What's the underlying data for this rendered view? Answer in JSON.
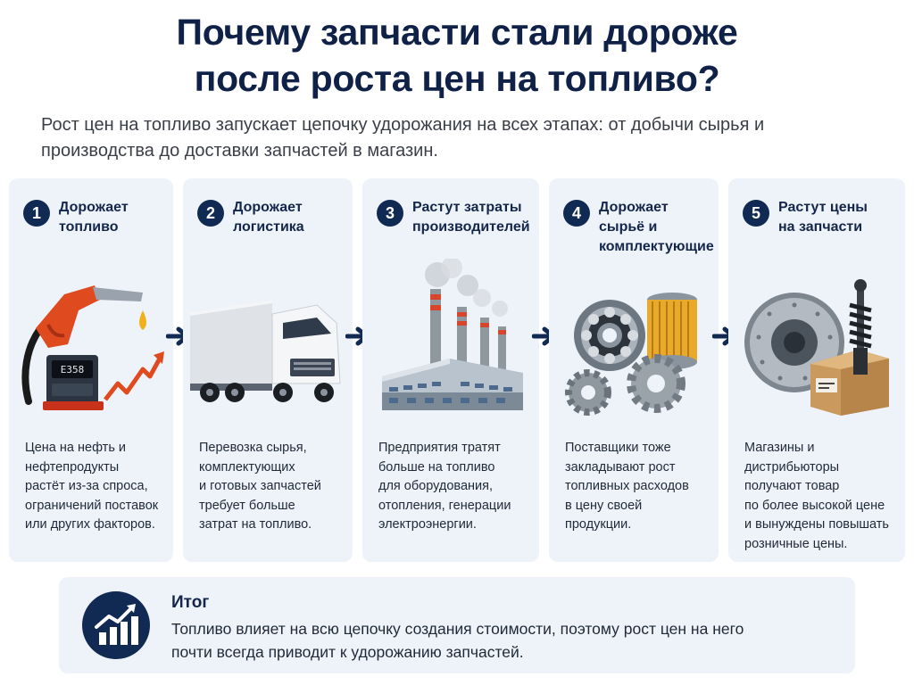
{
  "header": {
    "title_line1": "Почему запчасти стали дороже",
    "title_line2": "после роста цен на топливо?",
    "subtitle": "Рост цен на топливо запускает цепочку удорожания на всех этапах: от добычи сырья и производства до доставки запчастей в магазин."
  },
  "steps": [
    {
      "number": "1",
      "title": "Дорожает\nтопливо",
      "description": "Цена на нефть и\nнефтепродукты\nрастёт из-за спроса,\nограничений поставок\nили других факторов.",
      "icon": "fuel-nozzle-icon",
      "pump_display": "E358"
    },
    {
      "number": "2",
      "title": "Дорожает\nлогистика",
      "description": "Перевозка сырья,\nкомплектующих\nи готовых запчастей\nтребует больше\nзатрат на топливо.",
      "icon": "truck-icon"
    },
    {
      "number": "3",
      "title": "Растут затраты\nпроизводителей",
      "description": "Предприятия тратят\nбольше на топливо\nдля оборудования,\nотопления, генерации\nэлектроэнергии.",
      "icon": "factory-icon"
    },
    {
      "number": "4",
      "title": "Дорожает\nсырьё и\nкомплектующие",
      "description": "Поставщики тоже\nзакладывают рост\nтопливных расходов\nв цену своей\nпродукции.",
      "icon": "gears-bearing-filter-icon"
    },
    {
      "number": "5",
      "title": "Растут цены\nна запчасти",
      "description": "Магазины и дистрибьюторы\nполучают товар\nпо более высокой цене\nи вынуждены повышать\nрозничные цены.",
      "icon": "brake-disc-shock-box-icon"
    }
  ],
  "summary": {
    "title": "Итог",
    "text": "Топливо влияет на всю цепочку создания стоимости, поэтому рост цен на него\nпочти всегда приводит к удорожанию запчастей.",
    "icon": "growth-chart-icon"
  },
  "colors": {
    "navy": "#102a54",
    "card_bg": "#eef3fa",
    "accent_red": "#e04a1f",
    "fuel_drop": "#f0b21b"
  }
}
